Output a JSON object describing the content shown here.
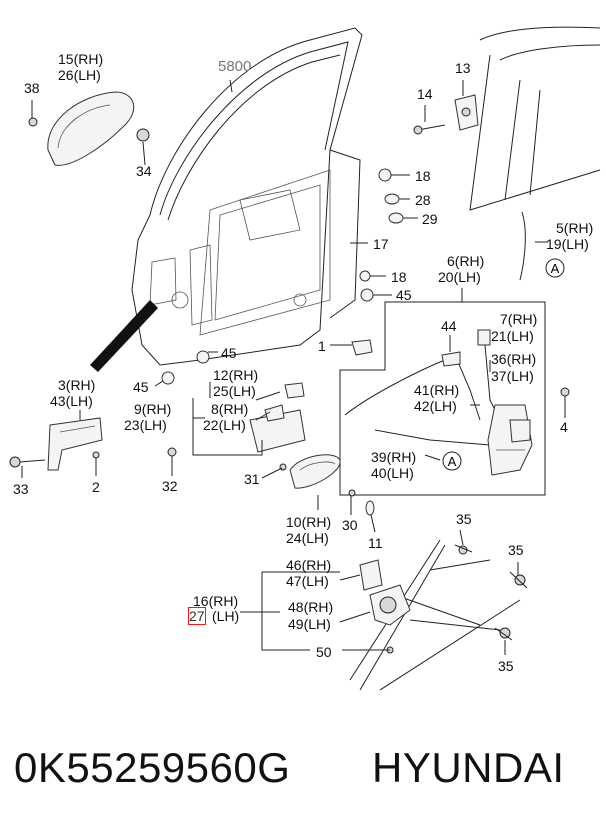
{
  "labels": {
    "l5800": "5800",
    "l15rh": "15(RH)",
    "l26lh": "26(LH)",
    "l38": "38",
    "l34": "34",
    "l13": "13",
    "l14": "14",
    "l18a": "18",
    "l28": "28",
    "l29": "29",
    "l17": "17",
    "l5rh": "5(RH)",
    "l19lh": "19(LH)",
    "l6rh": "6(RH)",
    "l20lh": "20(LH)",
    "l18b": "18",
    "l45a": "45",
    "l44": "44",
    "l7rh": "7(RH)",
    "l21lh": "21(LH)",
    "l1": "1",
    "l45b": "45",
    "l45c": "45",
    "l36rh": "36(RH)",
    "l37lh": "37(LH)",
    "l3rh": "3(RH)",
    "l43lh": "43(LH)",
    "l12rh": "12(RH)",
    "l25lh": "25(LH)",
    "l41rh": "41(RH)",
    "l42lh": "42(LH)",
    "l9rh": "9(RH)",
    "l23lh": "23(LH)",
    "l8rh": "8(RH)",
    "l22lh": "22(LH)",
    "l4": "4",
    "l39rh": "39(RH)",
    "l40lh": "40(LH)",
    "l33": "33",
    "l2": "2",
    "l32": "32",
    "l31": "31",
    "l10rh": "10(RH)",
    "l24lh": "24(LH)",
    "l30": "30",
    "l11": "11",
    "l35a": "35",
    "l35b": "35",
    "l46rh": "46(RH)",
    "l47lh": "47(LH)",
    "l16rh": "16(RH)",
    "l27": "27",
    "l27lh": "(LH)",
    "l48rh": "48(RH)",
    "l49lh": "49(LH)",
    "l50": "50",
    "l35c": "35"
  },
  "callouts": {
    "circleA": "A"
  },
  "footer": {
    "part_number": "0K55259560G",
    "brand": "HYUNDAI"
  },
  "colors": {
    "line": "#222222",
    "highlight": "#e02020"
  }
}
